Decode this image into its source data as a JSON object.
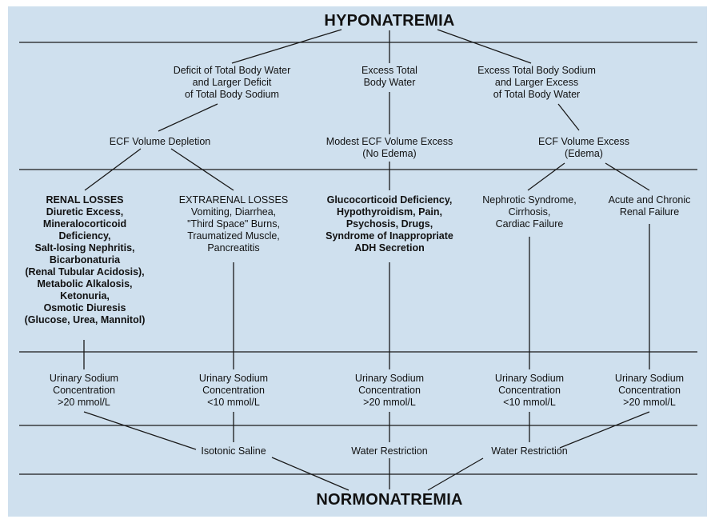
{
  "diagram": {
    "colors": {
      "background": "#cfe0ee",
      "lines": "#1a1a1a",
      "text": "#111111"
    },
    "top_title": "HYPONATREMIA",
    "bottom_title": "NORMONATREMIA",
    "level1": {
      "deficit": "Deficit of Total Body Water\nand Larger Deficit\nof Total Body Sodium",
      "excess_water": "Excess Total\nBody Water",
      "excess_sodium": "Excess Total Body Sodium\nand Larger Excess\nof Total Body Water"
    },
    "level2": {
      "depletion": "ECF Volume Depletion",
      "modest": "Modest ECF Volume Excess\n(No Edema)",
      "edema": "ECF Volume Excess\n(Edema)"
    },
    "level3": {
      "renal": "RENAL LOSSES\nDiuretic Excess,\nMineralocorticoid\nDeficiency,\nSalt-losing Nephritis,\nBicarbonaturia\n(Renal Tubular Acidosis),\nMetabolic Alkalosis,\nKetonuria,\nOsmotic Diuresis\n(Glucose, Urea, Mannitol)",
      "extrarenal": "EXTRARENAL LOSSES\nVomiting, Diarrhea,\n\"Third Space\" Burns,\nTraumatized Muscle,\nPancreatitis",
      "glucocorticoid": "Glucocorticoid Deficiency,\nHypothyroidism, Pain,\nPsychosis, Drugs,\nSyndrome of Inappropriate\nADH Secretion",
      "nephrotic": "Nephrotic Syndrome,\nCirrhosis,\nCardiac Failure",
      "renal_failure": "Acute and Chronic\nRenal Failure"
    },
    "level4": {
      "u1": "Urinary Sodium\nConcentration\n>20 mmol/L",
      "u2": "Urinary Sodium\nConcentration\n<10 mmol/L",
      "u3": "Urinary Sodium\nConcentration\n>20 mmol/L",
      "u4": "Urinary Sodium\nConcentration\n<10 mmol/L",
      "u5": "Urinary Sodium\nConcentration\n>20 mmol/L"
    },
    "level5": {
      "saline": "Isotonic Saline",
      "restriction_mid": "Water Restriction",
      "restriction_right": "Water Restriction"
    }
  }
}
